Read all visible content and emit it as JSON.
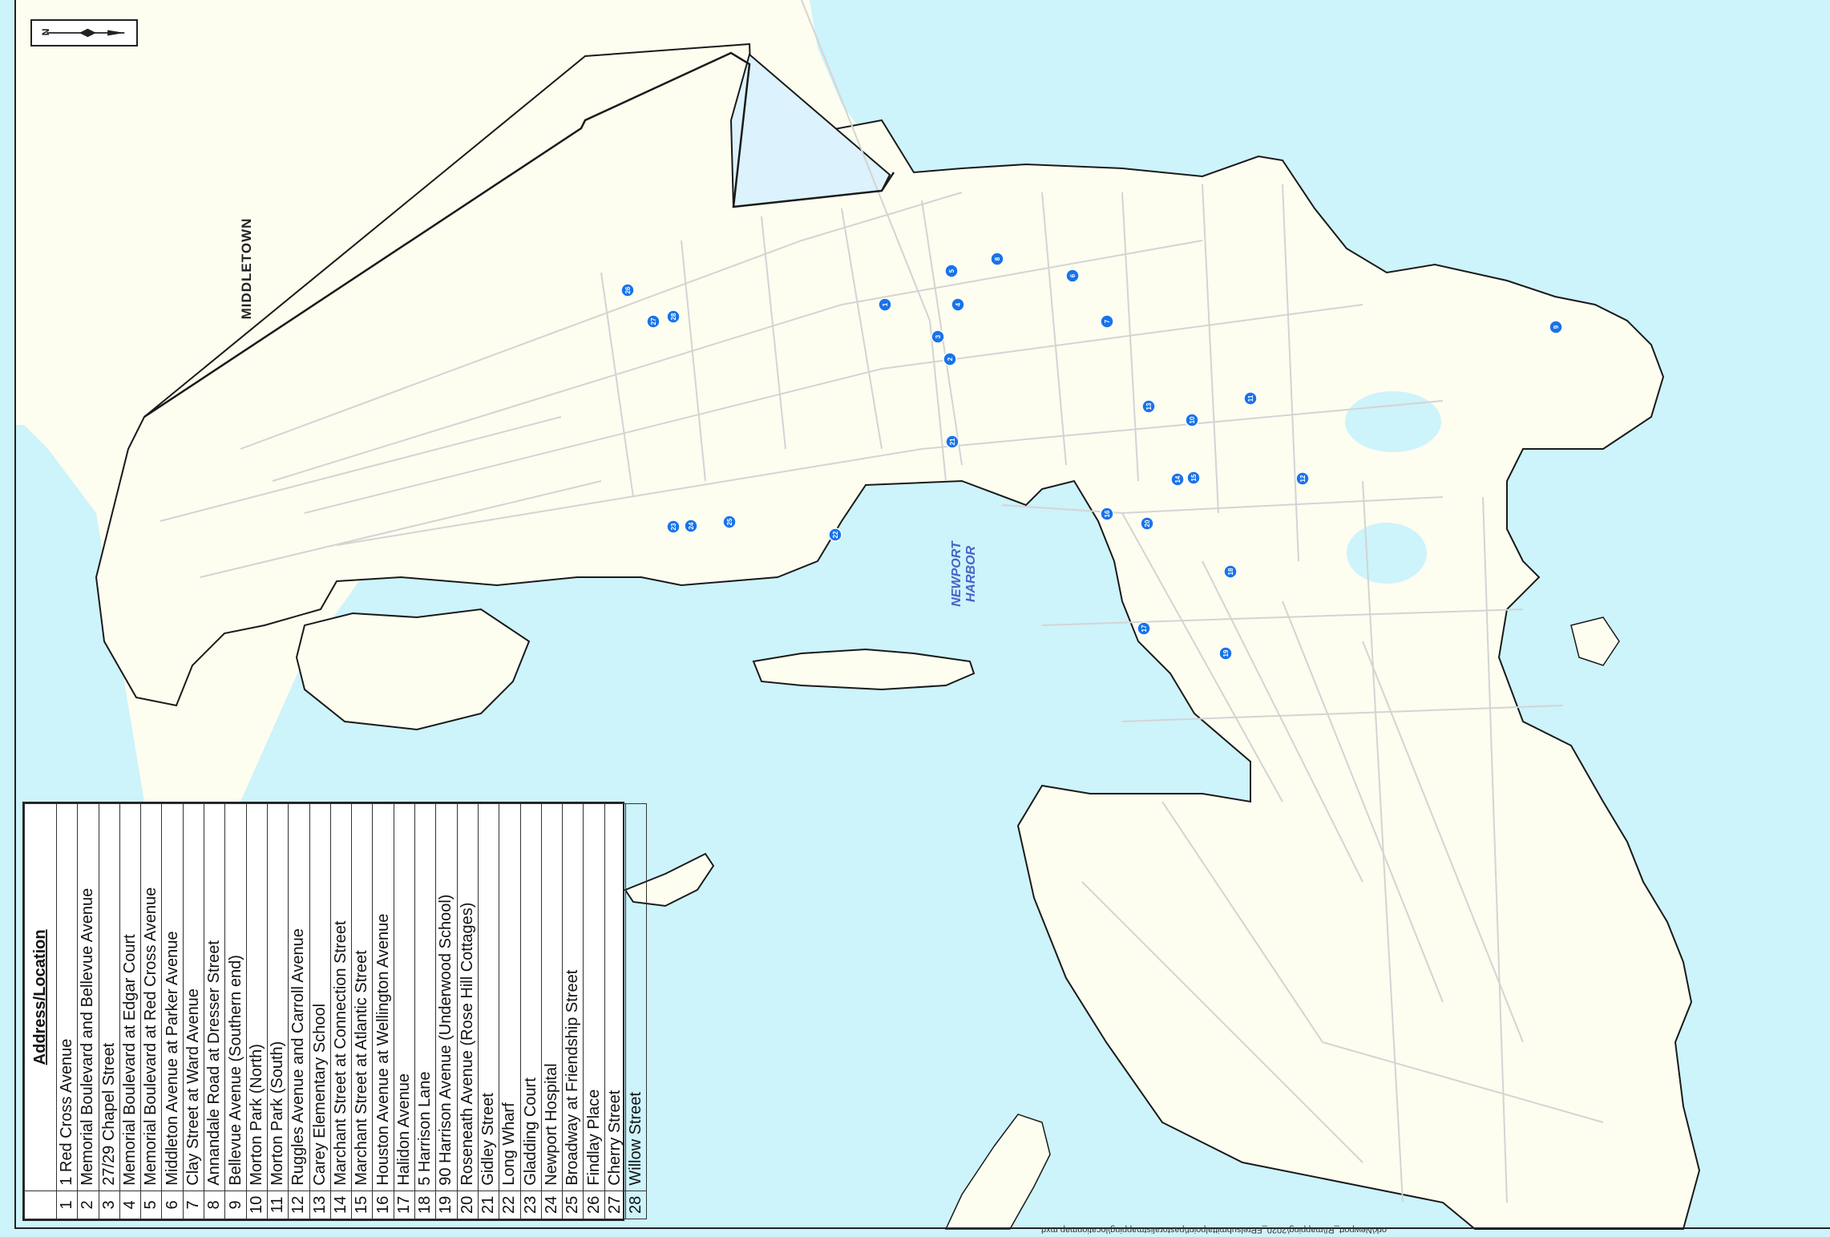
{
  "labels": {
    "town": "MIDDLETOWN",
    "harbor_line1": "NEWPORT",
    "harbor_line2": "HARBOR"
  },
  "legend": {
    "header": "Address/Location",
    "rows": [
      {
        "num": "1",
        "name": "1 Red Cross Avenue"
      },
      {
        "num": "2",
        "name": "Memorial Boulevard and Bellevue Avenue"
      },
      {
        "num": "3",
        "name": "27/29 Chapel Street"
      },
      {
        "num": "4",
        "name": "Memorial Boulevard at Edgar Court"
      },
      {
        "num": "5",
        "name": "Memorial Boulevard at Red Cross Avenue"
      },
      {
        "num": "6",
        "name": "Middleton Avenue at Parker Avenue"
      },
      {
        "num": "7",
        "name": "Clay Street at Ward Avenue"
      },
      {
        "num": "8",
        "name": "Annandale Road at Dresser Street"
      },
      {
        "num": "9",
        "name": "Bellevue Avenue (Southern end)"
      },
      {
        "num": "10",
        "name": "Morton Park (North)"
      },
      {
        "num": "11",
        "name": "Morton Park (South)"
      },
      {
        "num": "12",
        "name": "Ruggles Avenue and Carroll Avenue"
      },
      {
        "num": "13",
        "name": "Carey Elementary School"
      },
      {
        "num": "14",
        "name": "Marchant Street at Connection Street"
      },
      {
        "num": "15",
        "name": "Marchant Street at Atlantic Street"
      },
      {
        "num": "16",
        "name": "Houston Avenue at Wellington Avenue"
      },
      {
        "num": "17",
        "name": "Halidon Avenue"
      },
      {
        "num": "18",
        "name": "5 Harrison Lane"
      },
      {
        "num": "19",
        "name": "90 Harrison Avenue (Underwood School)"
      },
      {
        "num": "20",
        "name": "Roseneath Avenue (Rose Hill Cottages)"
      },
      {
        "num": "21",
        "name": "Gidley Street"
      },
      {
        "num": "22",
        "name": "Long Wharf"
      },
      {
        "num": "23",
        "name": "Gladding Court"
      },
      {
        "num": "24",
        "name": "Newport Hospital"
      },
      {
        "num": "25",
        "name": "Broadway at Friendship Street"
      },
      {
        "num": "26",
        "name": "Findlay Place"
      },
      {
        "num": "27",
        "name": "Cherry Street"
      },
      {
        "num": "28",
        "name": "Willow Street"
      }
    ]
  },
  "markers": [
    {
      "label": "1"
    },
    {
      "label": "2"
    },
    {
      "label": "3"
    },
    {
      "label": "4"
    },
    {
      "label": "5"
    },
    {
      "label": "6"
    },
    {
      "label": "7"
    },
    {
      "label": "8"
    },
    {
      "label": "9"
    },
    {
      "label": "10"
    },
    {
      "label": "11"
    },
    {
      "label": "12"
    },
    {
      "label": "13"
    },
    {
      "label": "14"
    },
    {
      "label": "15"
    },
    {
      "label": "16"
    },
    {
      "label": "17"
    },
    {
      "label": "18"
    },
    {
      "label": "19"
    },
    {
      "label": "20"
    },
    {
      "label": "21"
    },
    {
      "label": "22"
    },
    {
      "label": "23"
    },
    {
      "label": "24"
    },
    {
      "label": "25"
    },
    {
      "label": "26"
    },
    {
      "label": "27"
    },
    {
      "label": "28"
    }
  ],
  "colors": {
    "water": "#cdf3fb",
    "land": "#fdfdf0",
    "street": "#d4d4d4",
    "marker": "#1a73e8",
    "border": "#1a1a1a"
  },
  "footer": "ork\\Newport_RI\\mapping\\2020_FPrelsubmittalpoint\\pastoralistmapping\\locationmap.mxd"
}
